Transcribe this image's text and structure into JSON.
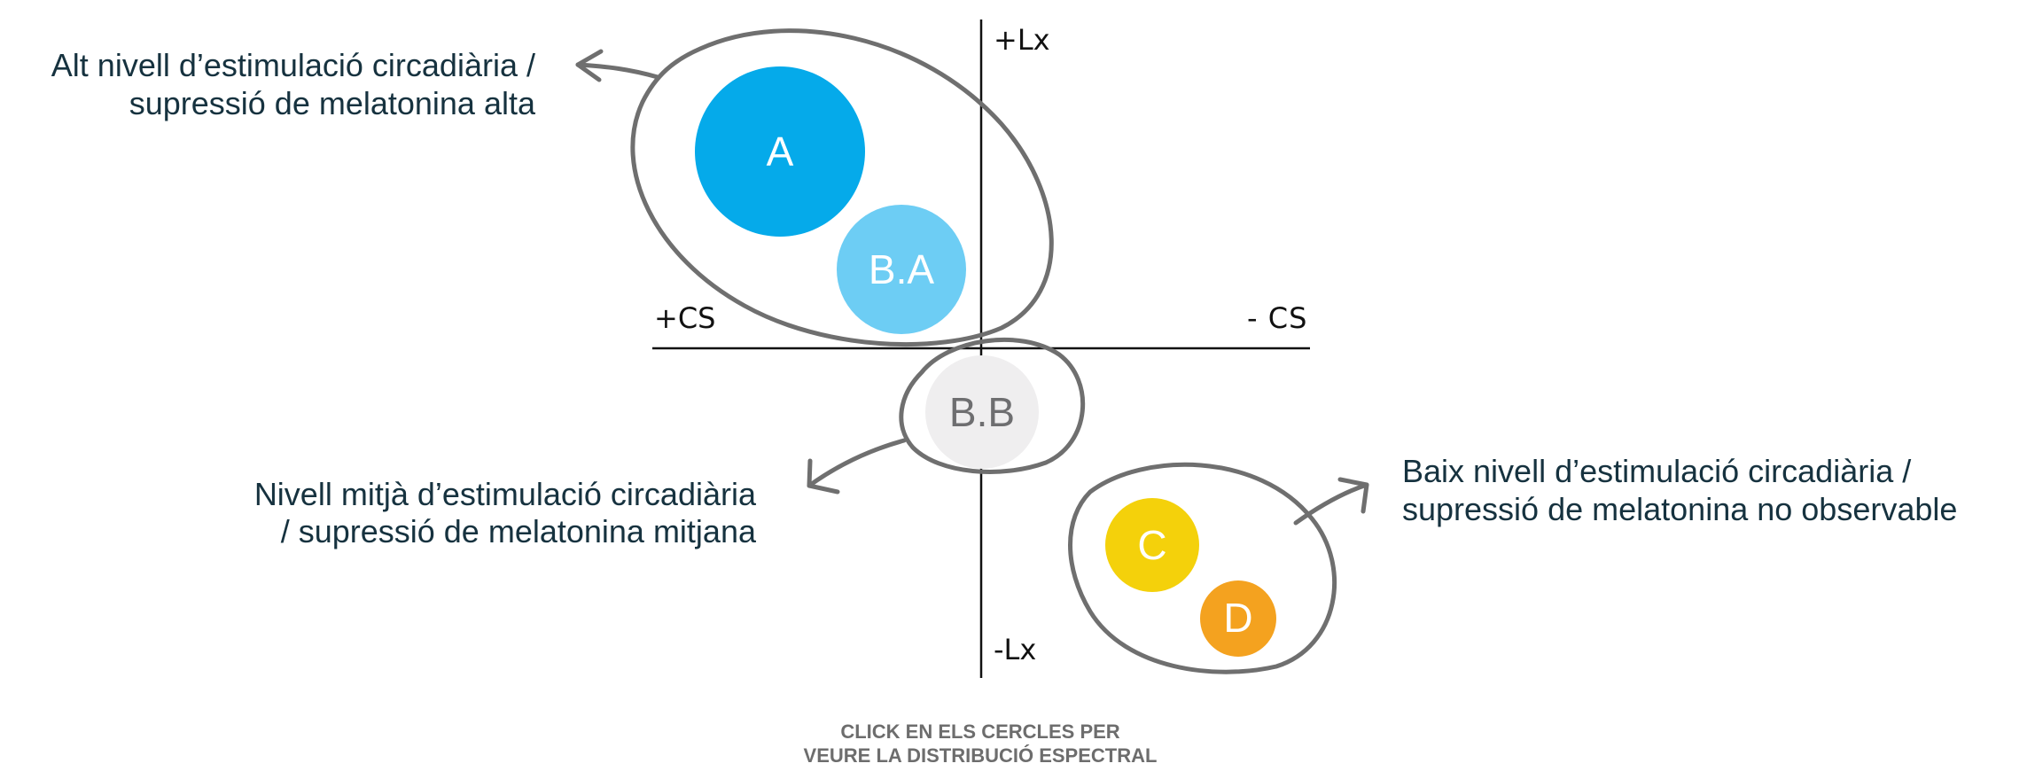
{
  "axes": {
    "y_top": "+Lx",
    "y_bottom": "-Lx",
    "x_left": "+CS",
    "x_right": "- CS"
  },
  "circles": [
    {
      "id": "A",
      "label": "A",
      "color": "#05aaea"
    },
    {
      "id": "BA",
      "label": "B.A",
      "color": "#6dcdf4"
    },
    {
      "id": "BB",
      "label": "B.B",
      "color": "#efeeef"
    },
    {
      "id": "C",
      "label": "C",
      "color": "#f4d10b"
    },
    {
      "id": "D",
      "label": "D",
      "color": "#f4a21f"
    }
  ],
  "descriptions": {
    "high": {
      "line1": "Alt nivell d’estimulació circadiària /",
      "line2": "supressió de melatonina alta"
    },
    "medium": {
      "line1": "Nivell mitjà d’estimulació circadiària",
      "line2": "/ supressió de melatonina mitjana"
    },
    "low": {
      "line1": "Baix nivell d’estimulació circadiària /",
      "line2": "supressió de melatonina no observable"
    }
  },
  "footer": {
    "line1": "CLICK EN ELS CERCLES PER",
    "line2": "VEURE LA DISTRIBUCIÓ ESPECTRAL"
  },
  "colors": {
    "outline": "#6f6f6f",
    "axis": "#111111",
    "text": "#16323f",
    "footer": "#6d6d6d"
  }
}
